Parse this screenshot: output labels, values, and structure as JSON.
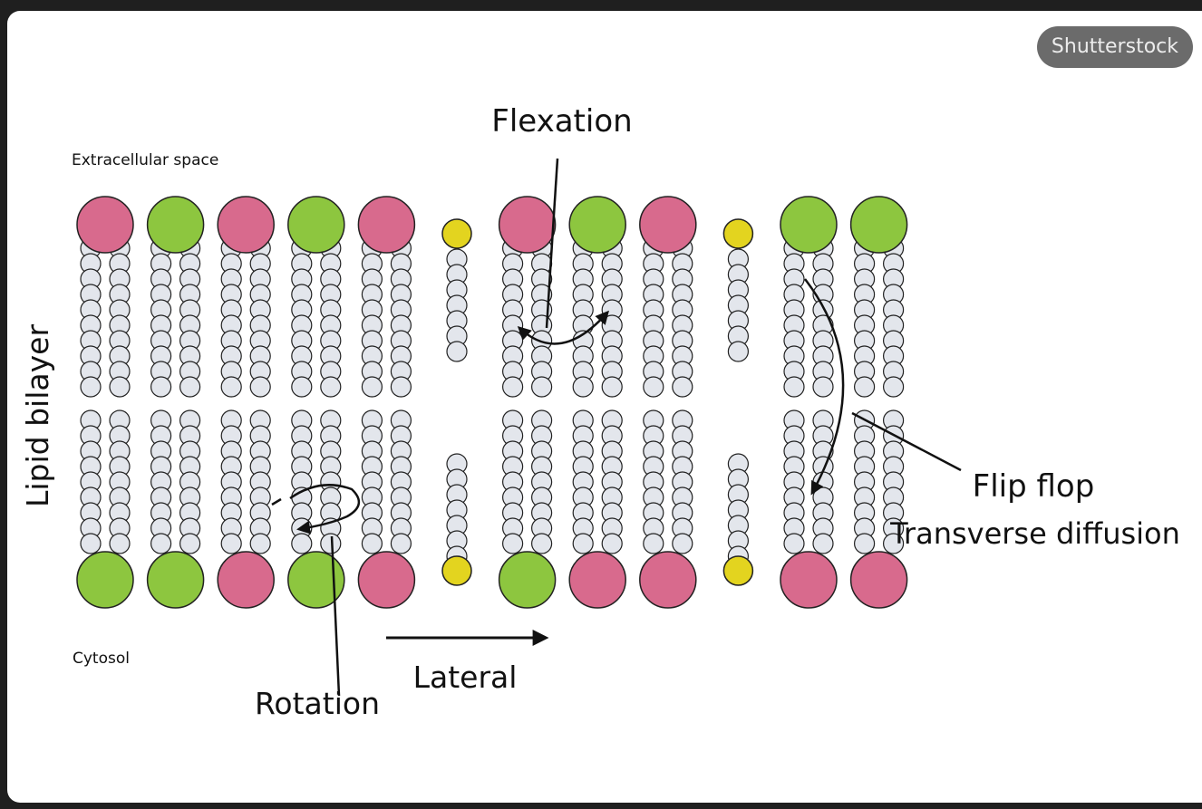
{
  "watermark": "Shutterstock",
  "labels": {
    "flexation": "Flexation",
    "extracellular": "Extracellular space",
    "lipid_bilayer": "Lipid bilayer",
    "flip_flop": "Flip flop",
    "transverse": "Transverse diffusion",
    "cytosol": "Cytosol",
    "lateral": "Lateral",
    "rotation": "Rotation"
  },
  "colors": {
    "pink_head": "#d86a8d",
    "green_head": "#8dc63f",
    "yellow_head": "#e3d41f",
    "tail": "#e3e6ec",
    "outline": "#222222"
  },
  "top_heads": [
    "pink",
    "green",
    "pink",
    "green",
    "pink",
    "yellow",
    "pink",
    "green",
    "pink",
    "yellow",
    "green",
    "green"
  ],
  "bottom_heads": [
    "green",
    "green",
    "pink",
    "green",
    "pink",
    "yellow",
    "green",
    "pink",
    "pink",
    "yellow",
    "pink",
    "pink"
  ]
}
